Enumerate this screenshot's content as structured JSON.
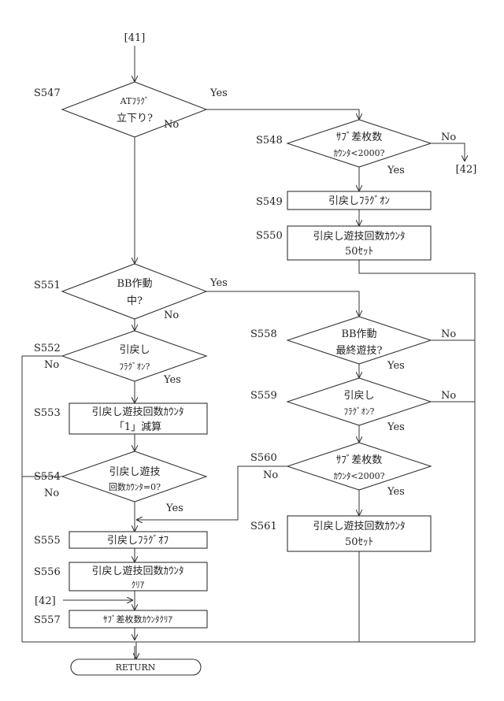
{
  "connectors": {
    "in_41": "[41]",
    "out_42": "[42]",
    "in_42": "[42]"
  },
  "yes": "Yes",
  "no": "No",
  "steps": {
    "S547": {
      "id": "S547",
      "line1": "ATﾌﾗｸﾞ",
      "line2": "立下り?"
    },
    "S548": {
      "id": "S548",
      "line1": "ｻﾌﾞ差枚数",
      "line2": "ｶｳﾝﾀ<2000?"
    },
    "S549": {
      "id": "S549",
      "line1": "引戻しﾌﾗｸﾞｵﾝ"
    },
    "S550": {
      "id": "S550",
      "line1": "引戻し遊技回数ｶｳﾝﾀ",
      "line2": "50ｾｯﾄ"
    },
    "S551": {
      "id": "S551",
      "line1": "BB作動",
      "line2": "中?"
    },
    "S552": {
      "id": "S552",
      "line1": "引戻し",
      "line2": "ﾌﾗｸﾞｵﾝ?"
    },
    "S553": {
      "id": "S553",
      "line1": "引戻し遊技回数ｶｳﾝﾀ",
      "line2": "「1」減算"
    },
    "S554": {
      "id": "S554",
      "line1": "引戻し遊技",
      "line2": "回数ｶｳﾝﾀ=0?"
    },
    "S555": {
      "id": "S555",
      "line1": "引戻しﾌﾗｸﾞｵﾌ"
    },
    "S556": {
      "id": "S556",
      "line1": "引戻し遊技回数ｶｳﾝﾀ",
      "line2": "ｸﾘｱ"
    },
    "S557": {
      "id": "S557",
      "line1": "ｻﾌﾞ差枚数ｶｳﾝﾀｸﾘｱ"
    },
    "S558": {
      "id": "S558",
      "line1": "BB作動",
      "line2": "最終遊技?"
    },
    "S559": {
      "id": "S559",
      "line1": "引戻し",
      "line2": "ﾌﾗｸﾞｵﾝ?"
    },
    "S560": {
      "id": "S560",
      "line1": "ｻﾌﾞ差枚数",
      "line2": "ｶｳﾝﾀ<2000?"
    },
    "S561": {
      "id": "S561",
      "line1": "引戻し遊技回数ｶｳﾝﾀ",
      "line2": "50ｾｯﾄ"
    }
  },
  "terminal": "RETURN"
}
